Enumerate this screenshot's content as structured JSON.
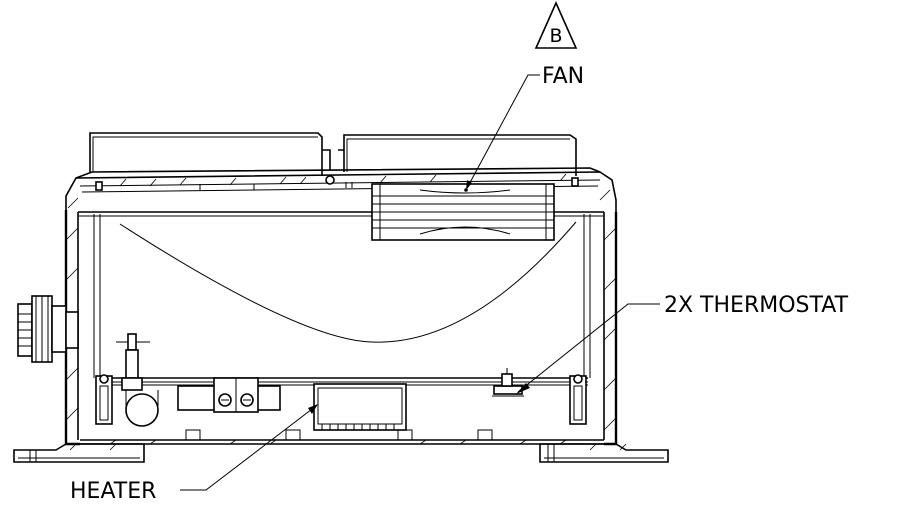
{
  "revision_marker": "B",
  "callouts": {
    "fan": "FAN",
    "thermostat": "2X THERMOSTAT",
    "heater": "HEATER"
  }
}
